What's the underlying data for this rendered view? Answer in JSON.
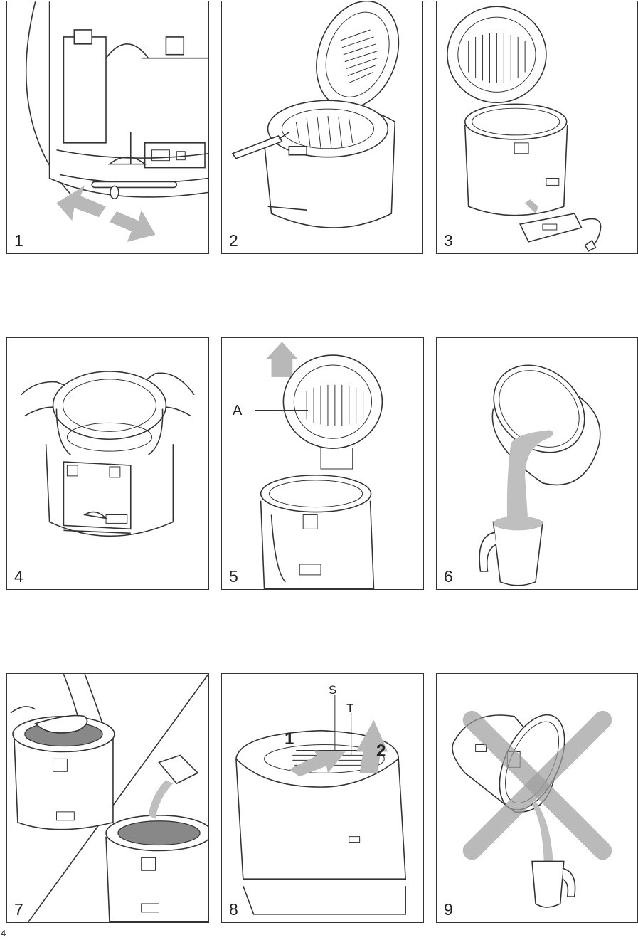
{
  "figures": [
    {
      "number": "1"
    },
    {
      "number": "2"
    },
    {
      "number": "3"
    },
    {
      "number": "4"
    },
    {
      "number": "5",
      "callouts": [
        "A"
      ]
    },
    {
      "number": "6"
    },
    {
      "number": "7"
    },
    {
      "number": "8",
      "callouts": [
        "S",
        "T",
        "1",
        "2"
      ]
    },
    {
      "number": "9"
    }
  ],
  "page_number": "4",
  "colors": {
    "line": "#333333",
    "arrow": "#b8b8b8",
    "oil": "#bfbfbf"
  }
}
